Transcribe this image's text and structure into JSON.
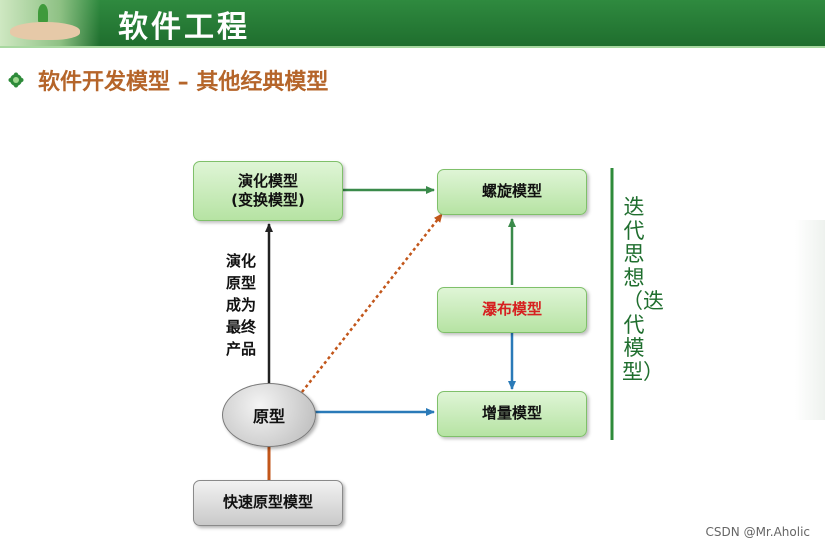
{
  "header": {
    "title": "软件工程"
  },
  "subtitle": "软件开发模型 – 其他经典模型",
  "diagram": {
    "evolution_model": "演化模型\n(变换模型)",
    "spiral_model": "螺旋模型",
    "waterfall_model": "瀑布模型",
    "incremental_model": "增量模型",
    "prototype": "原型",
    "rapid_prototype_model": "快速原型模型",
    "prototype_becomes_product": "演化原型成为最终产品",
    "iteration_label": "迭代思想（迭代模型）"
  },
  "colors": {
    "header_green": "#2f8a3f",
    "subtitle_orange": "#b5652a",
    "waterfall_red": "#d62020",
    "arrow_green": "#3a8a4a",
    "arrow_blue": "#2a7ab8",
    "arrow_orange": "#c2561a"
  },
  "watermark": "CSDN @Mr.Aholic"
}
